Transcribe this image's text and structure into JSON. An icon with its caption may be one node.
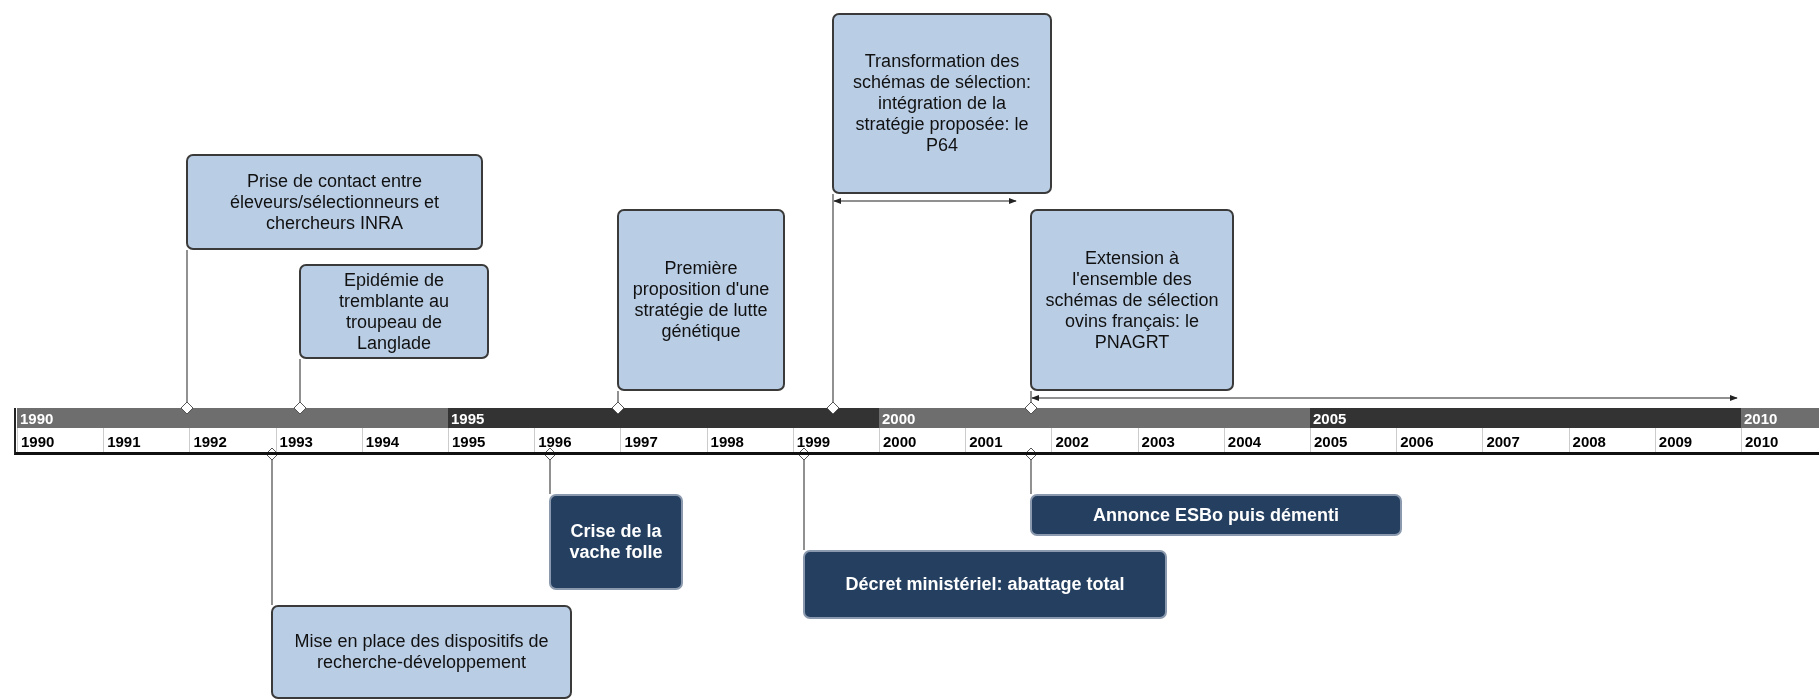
{
  "diagram": {
    "nodes": [
      {
        "text": [
          "Prise de contact entre éleveurs/sélectionneurs et chercheurs INRA"
        ]
      },
      {
        "text": [
          "Epidémie de tremblante au troupeau de Langlade"
        ]
      },
      {
        "text": [
          "Première proposition d'une stratégie de lutte génétique"
        ]
      },
      {
        "text": [
          "Transformation des schémas de sélection: intégration de la stratégie proposée: le P64"
        ]
      },
      {
        "text": [
          "Extension à l'ensemble des schémas de sélection ovins français: le PNAGRT"
        ]
      },
      {
        "text": [
          "Mise en place des dispositifs de recherche-développement"
        ]
      },
      {
        "text": [
          "Crise de la vache folle"
        ]
      },
      {
        "text": [
          "Décret ministériel: abattage total"
        ]
      },
      {
        "text": [
          "Annonce ESBo puis démenti"
        ]
      },
      {
        "text": [],
        "shape": "bar"
      }
    ],
    "edges": [
      {
        "from": 0,
        "to": 9,
        "arrow": "other"
      },
      {
        "from": 1,
        "to": 9,
        "arrow": "other"
      },
      {
        "from": 2,
        "to": 9,
        "arrow": "other"
      },
      {
        "from": 3,
        "to": 9,
        "arrow": "other"
      },
      {
        "from": 4,
        "to": 9,
        "arrow": "other"
      },
      {
        "from": 5,
        "to": 9,
        "arrow": "other"
      },
      {
        "from": 6,
        "to": 9,
        "arrow": "other"
      },
      {
        "from": 7,
        "to": 9,
        "arrow": "other"
      },
      {
        "from": 8,
        "to": 9,
        "arrow": "other"
      }
    ],
    "labels": [
      "1990",
      "1995",
      "2000",
      "2005",
      "2010",
      "1990",
      "1991",
      "1992",
      "1993",
      "1994",
      "1995",
      "1996",
      "1997",
      "1998",
      "1999",
      "2000",
      "2001",
      "2002",
      "2003",
      "2004",
      "2005",
      "2006",
      "2007",
      "2008",
      "2009",
      "2010"
    ]
  }
}
